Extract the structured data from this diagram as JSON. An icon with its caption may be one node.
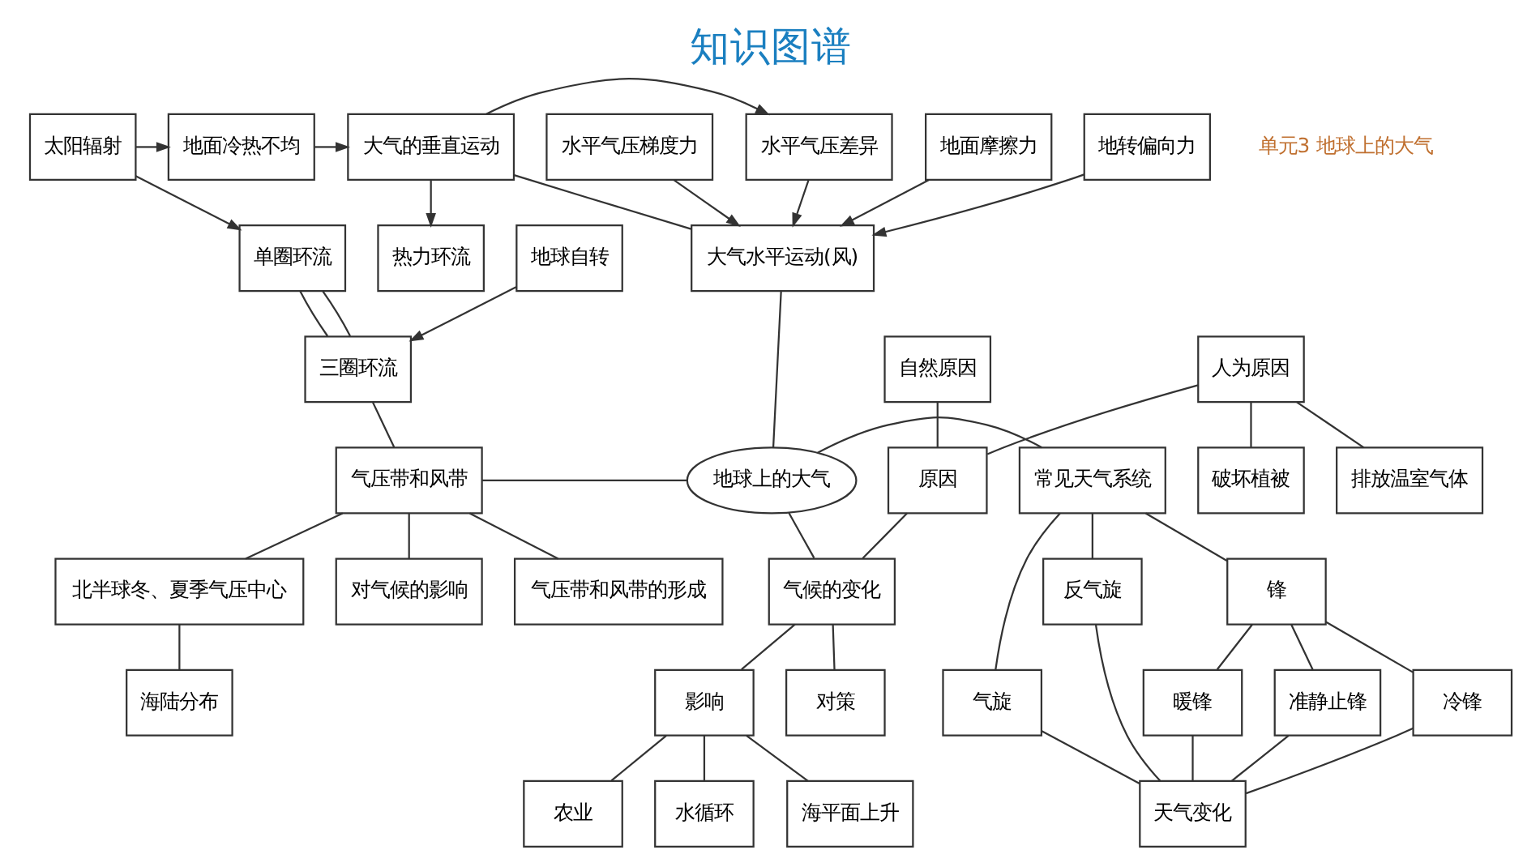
{
  "diagram": {
    "title": "知识图谱",
    "nodes": [
      {
        "text": [
          "太阳辐射"
        ]
      },
      {
        "text": [
          "地面冷热不均"
        ]
      },
      {
        "text": [
          "大气的垂直运动"
        ]
      },
      {
        "text": [
          "水平气压差异"
        ]
      },
      {
        "text": [
          "单圈环流"
        ]
      },
      {
        "text": [
          "地球自转"
        ]
      },
      {
        "text": [
          "三圈环流"
        ]
      },
      {
        "text": [
          "热力环流"
        ]
      },
      {
        "text": [
          "地面摩擦力"
        ]
      },
      {
        "text": [
          "地转偏向力"
        ]
      },
      {
        "text": [
          "水平气压梯度力"
        ]
      },
      {
        "text": [
          "大气水平运动(风)"
        ]
      },
      {
        "text": [
          "气压带和风带"
        ]
      },
      {
        "text": [
          "地球上的大气"
        ]
      },
      {
        "text": [
          "常见天气系统"
        ]
      },
      {
        "text": [
          "锋"
        ]
      },
      {
        "text": [
          "冷锋"
        ]
      },
      {
        "text": [
          "暖锋"
        ]
      },
      {
        "text": [
          "准静止锋"
        ]
      },
      {
        "text": [
          "气旋"
        ]
      },
      {
        "text": [
          "反气旋"
        ]
      },
      {
        "text": [
          "天气变化"
        ]
      },
      {
        "text": [
          "气压带和风带的形成"
        ]
      },
      {
        "text": [
          "北半球冬、夏季气压中心"
        ]
      },
      {
        "text": [
          "对气候的影响"
        ]
      },
      {
        "text": [
          "海陆分布"
        ]
      },
      {
        "text": [
          "自然原因"
        ]
      },
      {
        "text": [
          "人为原因"
        ]
      },
      {
        "text": [
          "原因"
        ]
      },
      {
        "text": [
          "气候的变化"
        ]
      },
      {
        "text": [
          "对策"
        ]
      },
      {
        "text": [
          "影响"
        ]
      },
      {
        "text": [
          "破坏植被"
        ]
      },
      {
        "text": [
          "排放温室气体"
        ]
      },
      {
        "text": [
          "海平面上升"
        ]
      },
      {
        "text": [
          "农业"
        ]
      },
      {
        "text": [
          "水循环"
        ]
      }
    ],
    "edges": [
      {
        "from": 0,
        "to": 1,
        "arrow": "to"
      },
      {
        "from": 1,
        "to": 2,
        "arrow": "to"
      },
      {
        "from": 2,
        "to": 3,
        "arrow": "to"
      },
      {
        "from": 0,
        "to": 4,
        "arrow": "to"
      },
      {
        "from": 4,
        "to": 6,
        "arrow": "none"
      },
      {
        "from": 4,
        "to": 6,
        "arrow": "none"
      },
      {
        "from": 5,
        "to": 6,
        "arrow": "to"
      },
      {
        "from": 2,
        "to": 7,
        "arrow": "to"
      },
      {
        "from": 2,
        "to": 11,
        "arrow": "none"
      },
      {
        "from": 8,
        "to": 11,
        "arrow": "to"
      },
      {
        "from": 9,
        "to": 11,
        "arrow": "to"
      },
      {
        "from": 10,
        "to": 11,
        "arrow": "to"
      },
      {
        "from": 3,
        "to": 11,
        "arrow": "to"
      },
      {
        "from": 11,
        "to": 13,
        "arrow": "none"
      },
      {
        "from": 6,
        "to": 12,
        "arrow": "none"
      },
      {
        "from": 12,
        "to": 13,
        "arrow": "none"
      },
      {
        "from": 13,
        "to": 14,
        "arrow": "none"
      },
      {
        "from": 14,
        "to": 15,
        "arrow": "none"
      },
      {
        "from": 15,
        "to": 16,
        "arrow": "none"
      },
      {
        "from": 15,
        "to": 17,
        "arrow": "none"
      },
      {
        "from": 15,
        "to": 18,
        "arrow": "none"
      },
      {
        "from": 14,
        "to": 19,
        "arrow": "none"
      },
      {
        "from": 14,
        "to": 20,
        "arrow": "none"
      },
      {
        "from": 16,
        "to": 21,
        "arrow": "none"
      },
      {
        "from": 17,
        "to": 21,
        "arrow": "none"
      },
      {
        "from": 18,
        "to": 21,
        "arrow": "none"
      },
      {
        "from": 19,
        "to": 21,
        "arrow": "none"
      },
      {
        "from": 20,
        "to": 21,
        "arrow": "none"
      },
      {
        "from": 12,
        "to": 22,
        "arrow": "none"
      },
      {
        "from": 12,
        "to": 23,
        "arrow": "none"
      },
      {
        "from": 12,
        "to": 24,
        "arrow": "none"
      },
      {
        "from": 23,
        "to": 25,
        "arrow": "none"
      },
      {
        "from": 13,
        "to": 29,
        "arrow": "none"
      },
      {
        "from": 26,
        "to": 28,
        "arrow": "none"
      },
      {
        "from": 27,
        "to": 28,
        "arrow": "none"
      },
      {
        "from": 28,
        "to": 29,
        "arrow": "none"
      },
      {
        "from": 29,
        "to": 30,
        "arrow": "none"
      },
      {
        "from": 29,
        "to": 31,
        "arrow": "none"
      },
      {
        "from": 27,
        "to": 32,
        "arrow": "none"
      },
      {
        "from": 27,
        "to": 33,
        "arrow": "none"
      },
      {
        "from": 31,
        "to": 34,
        "arrow": "none"
      },
      {
        "from": 31,
        "to": 35,
        "arrow": "none"
      },
      {
        "from": 31,
        "to": 36,
        "arrow": "none"
      }
    ],
    "labels": [
      "单元3 地球上的大气"
    ]
  }
}
